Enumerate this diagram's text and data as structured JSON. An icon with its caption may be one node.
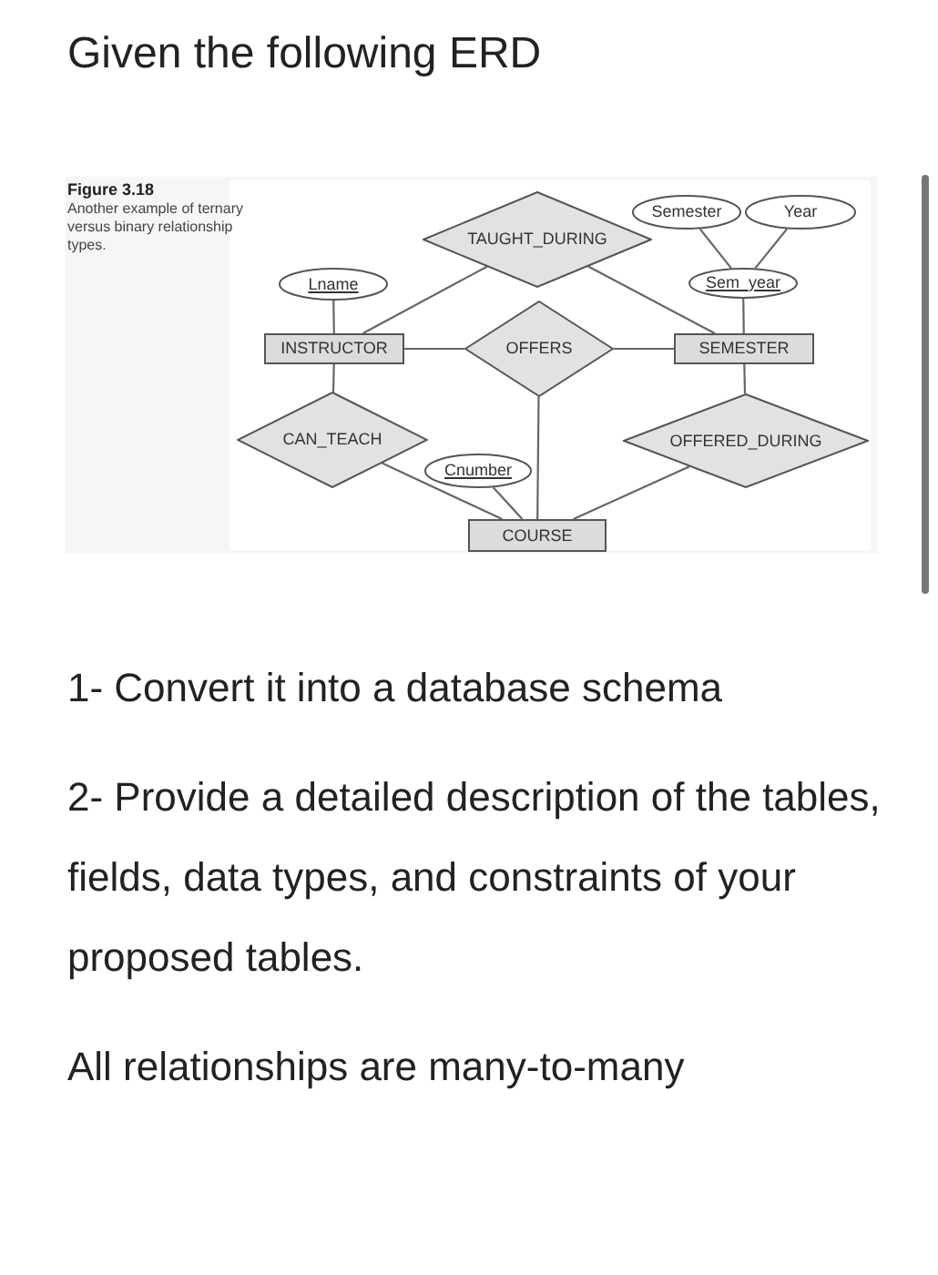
{
  "diagram": {
    "title": "Given the following ERD",
    "nodes": [
      {
        "text": [
          "TAUGHT_DURING"
        ]
      },
      {
        "text": [
          "Semester"
        ]
      },
      {
        "text": [
          "Year"
        ]
      },
      {
        "text": [
          "Lname"
        ]
      },
      {
        "text": [
          "Sem_year"
        ]
      },
      {
        "text": [
          "INSTRUCTOR"
        ]
      },
      {
        "text": [
          "OFFERS"
        ]
      },
      {
        "text": [
          "SEMESTER"
        ]
      },
      {
        "text": [
          "CAN_TEACH"
        ]
      },
      {
        "text": [
          "OFFERED_DURING"
        ]
      },
      {
        "text": [
          "Cnumber"
        ]
      },
      {
        "text": [
          "COURSE"
        ]
      }
    ],
    "edges": [
      {
        "from": 3,
        "to": 5,
        "arrow": "none"
      },
      {
        "from": 5,
        "to": 0,
        "arrow": "none"
      },
      {
        "from": 0,
        "to": 7,
        "arrow": "none"
      },
      {
        "from": 5,
        "to": 6,
        "arrow": "none"
      },
      {
        "from": 6,
        "to": 7,
        "arrow": "none"
      },
      {
        "from": 6,
        "to": 11,
        "arrow": "none"
      },
      {
        "from": 1,
        "to": 4,
        "arrow": "none"
      },
      {
        "from": 2,
        "to": 4,
        "arrow": "none"
      },
      {
        "from": 4,
        "to": 7,
        "arrow": "none"
      },
      {
        "from": 7,
        "to": 9,
        "arrow": "none"
      },
      {
        "from": 9,
        "to": 11,
        "arrow": "none"
      },
      {
        "from": 5,
        "to": 8,
        "arrow": "none"
      },
      {
        "from": 8,
        "to": 11,
        "arrow": "none"
      },
      {
        "from": 10,
        "to": 11,
        "arrow": "none"
      }
    ],
    "labels": [
      "Figure 3.18",
      "Another example of ternary versus binary relationship types.",
      "1- Convert it into a database schema",
      "2- Provide a detailed description of the tables, fields, data types, and constraints of your proposed tables.",
      "All relationships are many-to-many"
    ]
  }
}
